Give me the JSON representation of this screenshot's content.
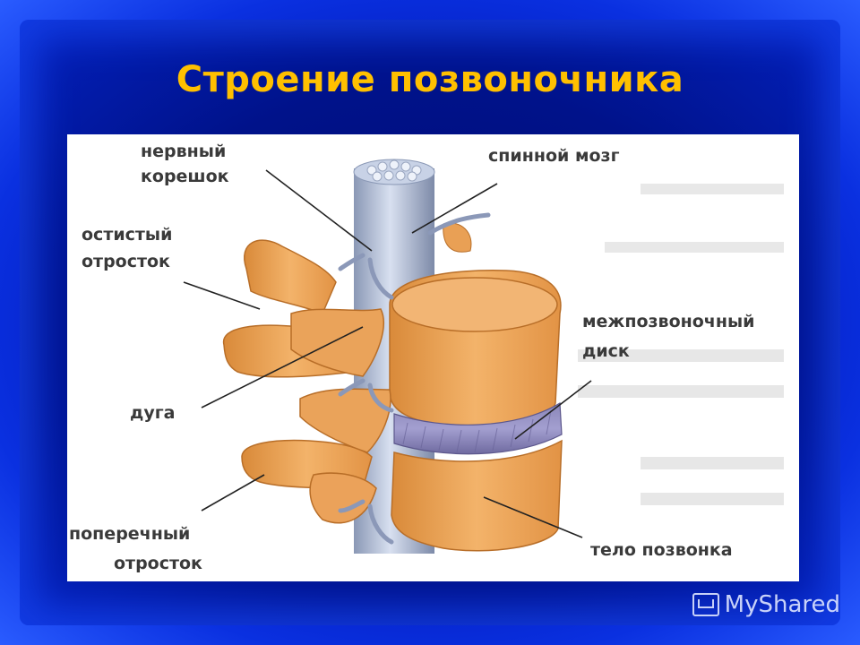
{
  "title": "Строение позвоночника",
  "labels": {
    "nerve_root_1": "нервный",
    "nerve_root_2": "корешок",
    "spinal_cord": "спинной мозг",
    "spinous_process_1": "остистый",
    "spinous_process_2": "отросток",
    "disc_1": "межпозвоночный",
    "disc_2": "диск",
    "arch": "дуга",
    "transverse_process_1": "поперечный",
    "transverse_process_2": "отросток",
    "vertebral_body": "тело позвонка"
  },
  "watermark": "MyShared",
  "colors": {
    "title": "#ffc000",
    "background": "#0a1ea8",
    "bone": "#f3b36a",
    "disc": "#a39fd0",
    "cord": "#d8e0f0"
  }
}
